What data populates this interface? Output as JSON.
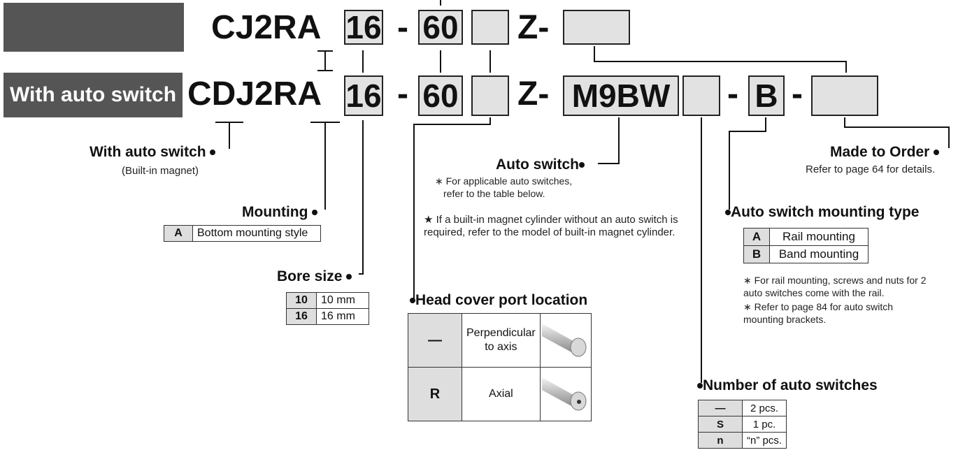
{
  "rows": {
    "top_model": "CJ2R",
    "top_mount": "A",
    "bottom_label": "With auto switch",
    "bottom_prefix": "C",
    "bottom_d": "D",
    "bottom_model": "J2R",
    "bottom_mount": "A",
    "bore": "16",
    "stroke": "60",
    "dash": "-",
    "z": "Z",
    "switch_code": "M9BW",
    "mount_type_code": "B"
  },
  "with_auto_switch": {
    "title": "With auto switch",
    "sub": "(Built-in magnet)"
  },
  "mounting": {
    "title": "Mounting",
    "rows": [
      {
        "code": "A",
        "desc": "Bottom mounting style"
      }
    ]
  },
  "bore_size": {
    "title": "Bore size",
    "rows": [
      {
        "code": "10",
        "desc": "10 mm"
      },
      {
        "code": "16",
        "desc": "16 mm"
      }
    ]
  },
  "head_cover": {
    "title": "Head cover port location",
    "rows": [
      {
        "code": "—",
        "desc": "Perpendicular to axis",
        "icon": "perpendicular-port-cylinder-icon"
      },
      {
        "code": "R",
        "desc": "Axial",
        "icon": "axial-port-cylinder-icon"
      }
    ]
  },
  "auto_switch": {
    "title": "Auto switch",
    "note1": "∗ For applicable auto switches,",
    "note2": "refer to the table below.",
    "star_note": "★ If a built-in magnet cylinder without an auto switch is required, refer to the model of built-in magnet cylinder."
  },
  "made_to_order": {
    "title": "Made to Order",
    "sub": "Refer to page 64 for details."
  },
  "mount_type": {
    "title": "Auto switch mounting type",
    "rows": [
      {
        "code": "A",
        "desc": "Rail mounting"
      },
      {
        "code": "B",
        "desc": "Band mounting"
      }
    ],
    "note1": "∗ For rail mounting, screws and nuts for 2 auto switches come with the rail.",
    "note2": "∗ Refer to page 84 for auto switch mounting brackets."
  },
  "num_switches": {
    "title": "Number of auto switches",
    "rows": [
      {
        "code": "—",
        "desc": "2 pcs."
      },
      {
        "code": "S",
        "desc": "1 pc."
      },
      {
        "code": "n",
        "desc": "“n” pcs."
      }
    ]
  },
  "colors": {
    "bar": "#555555",
    "box": "#e2e2e2",
    "cell": "#dedede"
  }
}
